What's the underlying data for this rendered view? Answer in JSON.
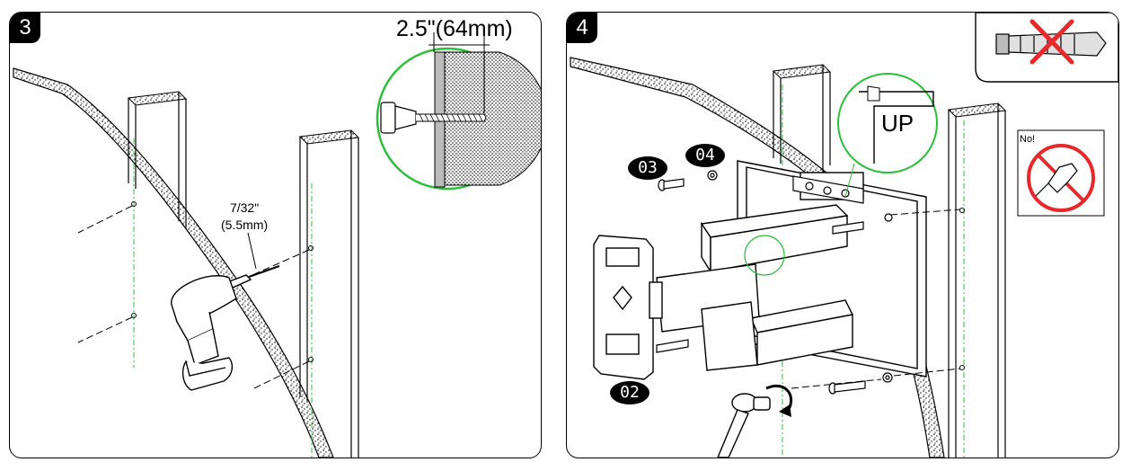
{
  "step3": {
    "number": "3",
    "depth": "2.5\"(64mm)",
    "drill_size_in": "7/32\"",
    "drill_size_mm": "(5.5mm)"
  },
  "step4": {
    "number": "4",
    "up_label": "UP",
    "no_label": "No!",
    "parts": {
      "p03": "03",
      "p04": "04",
      "p02": "02"
    }
  },
  "colors": {
    "detail_circle": "#2bbf3a",
    "prohibit": "#e8282b",
    "line": "#000000"
  }
}
